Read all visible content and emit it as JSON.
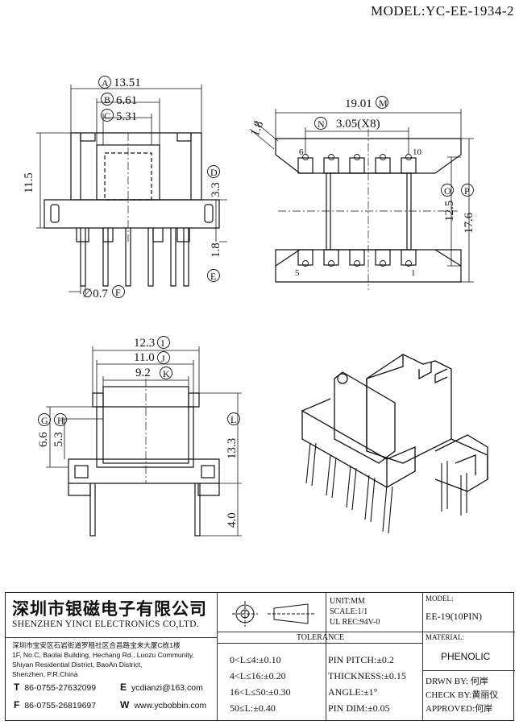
{
  "model_header": "MODEL:YC-EE-1934-2",
  "dimensions": {
    "A": {
      "circle": "A",
      "value": "13.51"
    },
    "B": {
      "circle": "B",
      "value": "6.61"
    },
    "C": {
      "circle": "C",
      "value": "5.31"
    },
    "D": {
      "circle": "D",
      "value": "3.3"
    },
    "E": {
      "circle": "E",
      "value": "1.8"
    },
    "F": {
      "circle": "F",
      "value": "∅0.7"
    },
    "height_11_5": "11.5",
    "M": {
      "circle": "M",
      "value": "19.01"
    },
    "N": {
      "circle": "N",
      "value": "3.05(X8)"
    },
    "O": {
      "circle": "O",
      "value": "12.5"
    },
    "P": {
      "circle": "P",
      "value": "17.6"
    },
    "angle_1_8": "1.8",
    "pin6": "6",
    "pin10": "10",
    "pin5": "5",
    "pin1": "1",
    "I": {
      "circle": "I",
      "value": "12.3"
    },
    "J": {
      "circle": "J",
      "value": "11.0"
    },
    "K": {
      "circle": "K",
      "value": "9.2"
    },
    "G": {
      "circle": "G",
      "value": "6.6"
    },
    "H": {
      "circle": "H",
      "value": "5.3"
    },
    "L": {
      "circle": "L",
      "value": "13.3"
    },
    "bottom_4_0": "4.0"
  },
  "titleblock": {
    "company_cn": "深圳市银磁电子有限公司",
    "company_en": "SHENZHEN YINCI ELECTRONICS CO,LTD.",
    "address": [
      "深圳市宝安区石岩街道罗租社区合昌路宝来大厦C栋1楼",
      "1F, No.C, Baolai Building, Hechang Rd., Luozu Community,",
      "Shiyan Residential District, BaoAn District,",
      "Shenzhen, P.R.China"
    ],
    "tel_label": "T",
    "tel": "86-0755-27632099",
    "fax_label": "F",
    "fax": "86-0755-26819697",
    "email_label": "E",
    "email": "ycdianzi@163.com",
    "web_label": "W",
    "web": "www.ycbobbin.com",
    "unit": "UNIT:MM",
    "scale": "SCALE:1/1",
    "ul_rec": "UL REC:94V-0",
    "tolerance_title": "TOLERANCE",
    "tol_rows": [
      "0<L≤4:±0.10",
      "4<L≤16:±0.20",
      "16<L≤50:±0.30",
      "50≤L:±0.40"
    ],
    "tol_right": [
      "PIN PITCH:±0.2",
      "THICKNESS:±0.15",
      "ANGLE:±1°",
      "PIN DIM:±0.05"
    ],
    "model_label": "MODEL:",
    "model_value": "EE-19(10PIN)",
    "material_label": "MATERIAL:",
    "material_value": "PHENOLIC",
    "drwn_by": "DRWN BY: 何岸",
    "check_by": "CHECK BY:黄丽仪",
    "approved": "APPROVED:何岸"
  }
}
